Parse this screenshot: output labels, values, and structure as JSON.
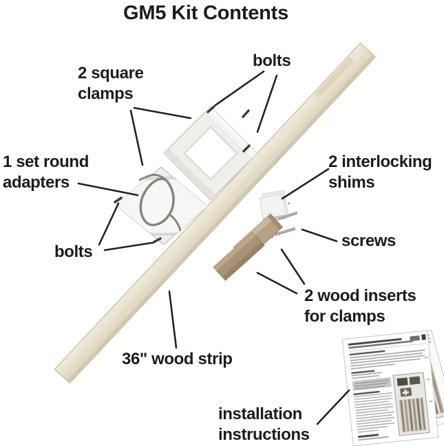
{
  "title": "GM5 Kit Contents",
  "labels": {
    "bolts_top": "bolts",
    "square_clamps": "2 square\nclamps",
    "round_adapters": "1 set round\nadapters",
    "bolts_left": "bolts",
    "interlocking_shims": "2 interlocking\nshims",
    "screws": "screws",
    "wood_inserts": "2 wood inserts\nfor clamps",
    "wood_strip": "36\" wood strip",
    "installation": "installation\ninstructions"
  },
  "colors": {
    "background": "#ffffff",
    "label_text": "#1c1c1a",
    "leader_line": "#22221f",
    "wood_strip": "#e7e0cd",
    "wood_insert_light": "#c9b69d",
    "wood_insert_dark": "#a8937a",
    "clamp_plastic": "#efefec",
    "adapter_profile": "#85857f",
    "bolt_pin": "#3c3c36"
  }
}
